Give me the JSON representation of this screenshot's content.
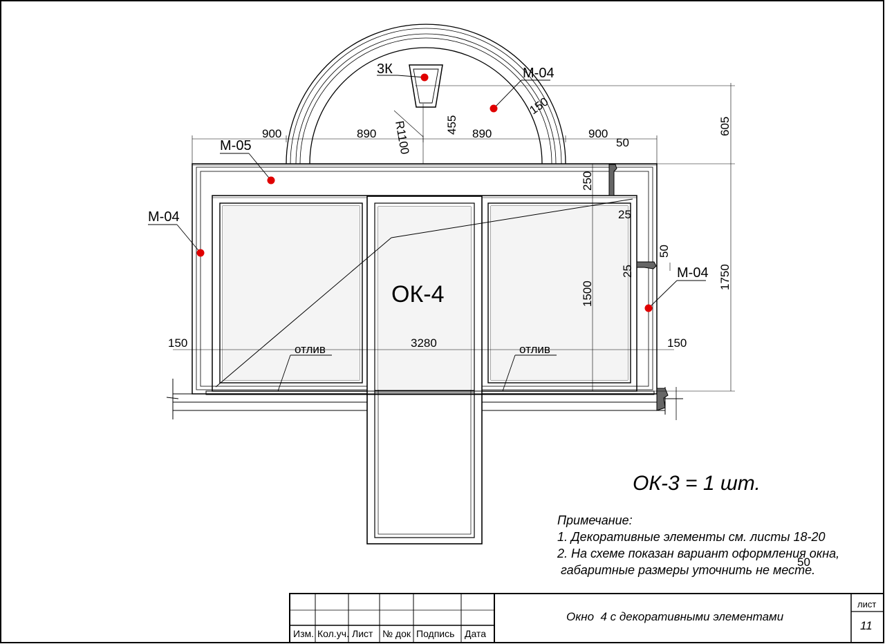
{
  "drawing": {
    "window_mark": "ОК-4",
    "count_label": "ОК-3 = 1 шт.",
    "elements": {
      "keystone": "3К",
      "arch_molding": "М-04",
      "frieze_panel": "М-05",
      "left_molding": "М-04",
      "right_molding": "М-04"
    },
    "sill_labels": [
      "отлив",
      "отлив"
    ],
    "dimensions": {
      "left_900": "900",
      "arch_890_left": "890",
      "radius": "R1100",
      "rise_455": "455",
      "arch_890_right": "890",
      "right_900": "900",
      "molding_150_top": "150",
      "top_605": "605",
      "profile_50_top": "50",
      "frieze_250": "250",
      "gap_25_top": "25",
      "profile_50_mid": "50",
      "gap_25_mid": "25",
      "height_1750": "1750",
      "height_1500": "1500",
      "width_3280": "3280",
      "side_150_left": "150",
      "side_150_right": "150",
      "bottom_50": "50"
    }
  },
  "notes": {
    "heading": "Примечание:",
    "lines": [
      "1. Декоративные элементы см. листы 18-20",
      "2. На схеме показан вариант оформления  окна,",
      " габаритные размеры уточнить не месте."
    ]
  },
  "title_block": {
    "columns": [
      "Изм.",
      "Кол.уч.",
      "Лист",
      "№ док",
      "Подпись",
      "Дата"
    ],
    "title": "Окно  4 с декоративными элементами",
    "sheet_label": "лист",
    "sheet_number": "11"
  },
  "colors": {
    "marker": "#e00000",
    "line": "#000000"
  }
}
